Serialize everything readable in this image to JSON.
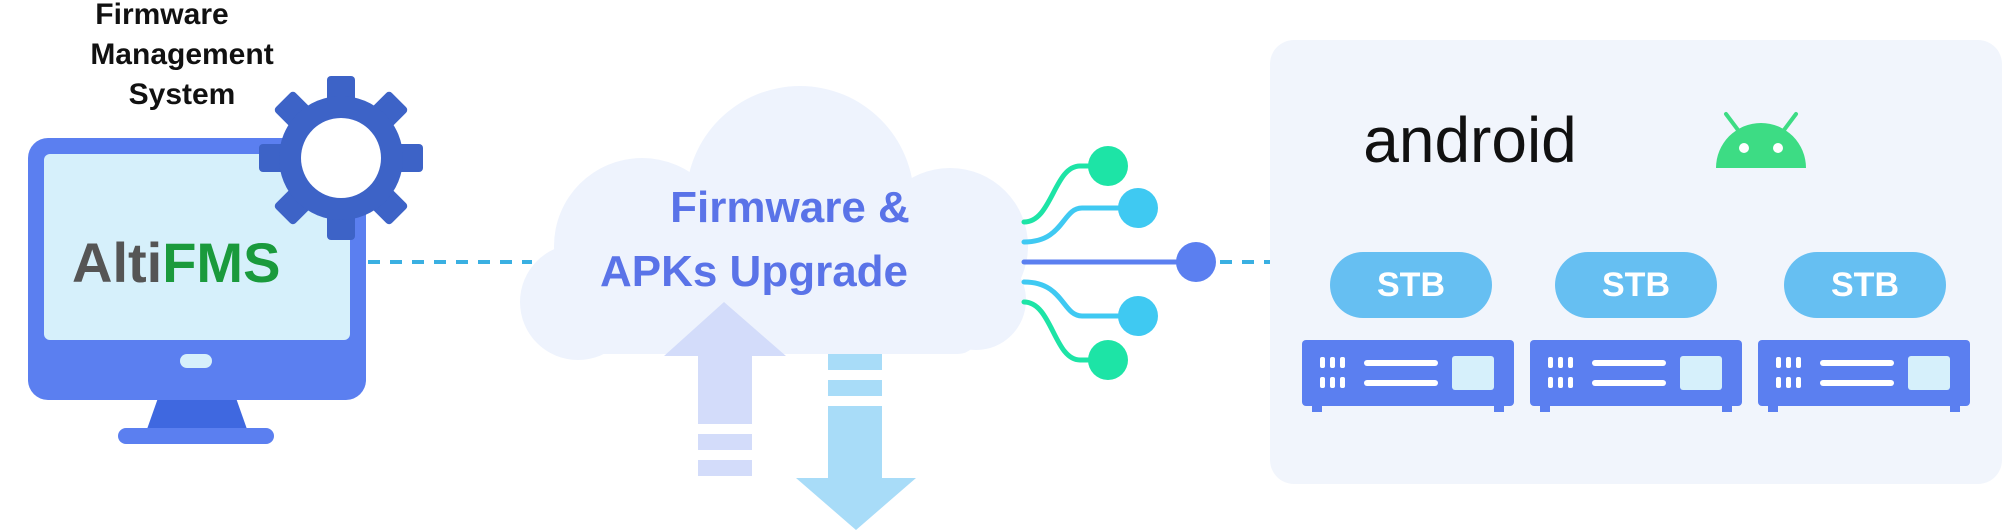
{
  "fms": {
    "title_lines": [
      "Firmware",
      "Management",
      "System"
    ],
    "logo_prefix": "Alti",
    "logo_suffix": "FMS"
  },
  "cloud": {
    "lines": [
      "Firmware &",
      "APKs Upgrade"
    ]
  },
  "android": {
    "brand": "android"
  },
  "devices": [
    {
      "label": "STB"
    },
    {
      "label": "STB"
    },
    {
      "label": "STB"
    }
  ],
  "colors": {
    "monitor": "#5b7ff0",
    "screen": "#d6f0fb",
    "gear": "#3d63c7",
    "cloud": "#eef3fd",
    "cloud_text": "#5a73e8",
    "arrow_up": "#d3dcfa",
    "arrow_down": "#a8dcf8",
    "connector_green": "#1de4a6",
    "connector_cyan": "#3fc9f2",
    "connector_blue": "#5b7ff0",
    "dashed": "#3ab0e2",
    "panel": "#f1f5fc",
    "stb_pill": "#66bff2",
    "stb_box": "#5b7ff0",
    "android_green": "#3ddc84"
  }
}
